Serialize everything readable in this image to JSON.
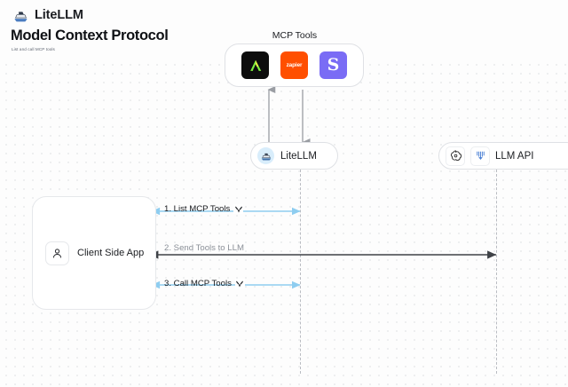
{
  "header": {
    "brand_name": "LiteLLM",
    "brand_logo_icon": "litellm-boat-icon",
    "title": "Model Context Protocol",
    "subtitle": "List and call MCP tools"
  },
  "diagram": {
    "mcp_group": {
      "label": "MCP Tools",
      "tools": [
        {
          "name": "anthropic",
          "icon": "anthropic-icon",
          "text": ""
        },
        {
          "name": "zapier",
          "icon": "zapier-icon",
          "text": "zapier"
        },
        {
          "name": "slack",
          "icon": "slack-s-icon",
          "text": "S"
        }
      ]
    },
    "nodes": [
      {
        "id": "litellm",
        "label": "LiteLLM",
        "icon": "litellm-avatar-icon"
      },
      {
        "id": "llm_api",
        "label": "LLM API",
        "icons": [
          "openai-icon",
          "anthropic-claude-icon"
        ]
      },
      {
        "id": "client",
        "label": "Client Side App",
        "icon": "user-person-icon"
      }
    ],
    "edges": [
      {
        "id": "step1",
        "label": "1. List MCP Tools",
        "icon": "tools-wrench-icon",
        "color": "#8ecdf0",
        "direction": "bidirectional"
      },
      {
        "id": "step2",
        "label": "2. Send Tools to LLM",
        "icon": "",
        "color": "#3f4247",
        "direction": "bidirectional"
      },
      {
        "id": "step3",
        "label": "3. Call MCP Tools",
        "icon": "tools-wrench-icon",
        "color": "#8ecdf0",
        "direction": "bidirectional"
      }
    ],
    "vertical_edges": [
      {
        "id": "tools-to-litellm",
        "direction": "up",
        "color": "#9a9da3"
      },
      {
        "id": "litellm-to-tools",
        "direction": "down",
        "color": "#9a9da3"
      }
    ]
  },
  "colors": {
    "accent_blue": "#8ecdf0",
    "dark_arrow": "#3f4247",
    "zapier_orange": "#ff4f00",
    "slack_purple": "#7a6cf5",
    "grid_dot": "#e9eaec"
  }
}
